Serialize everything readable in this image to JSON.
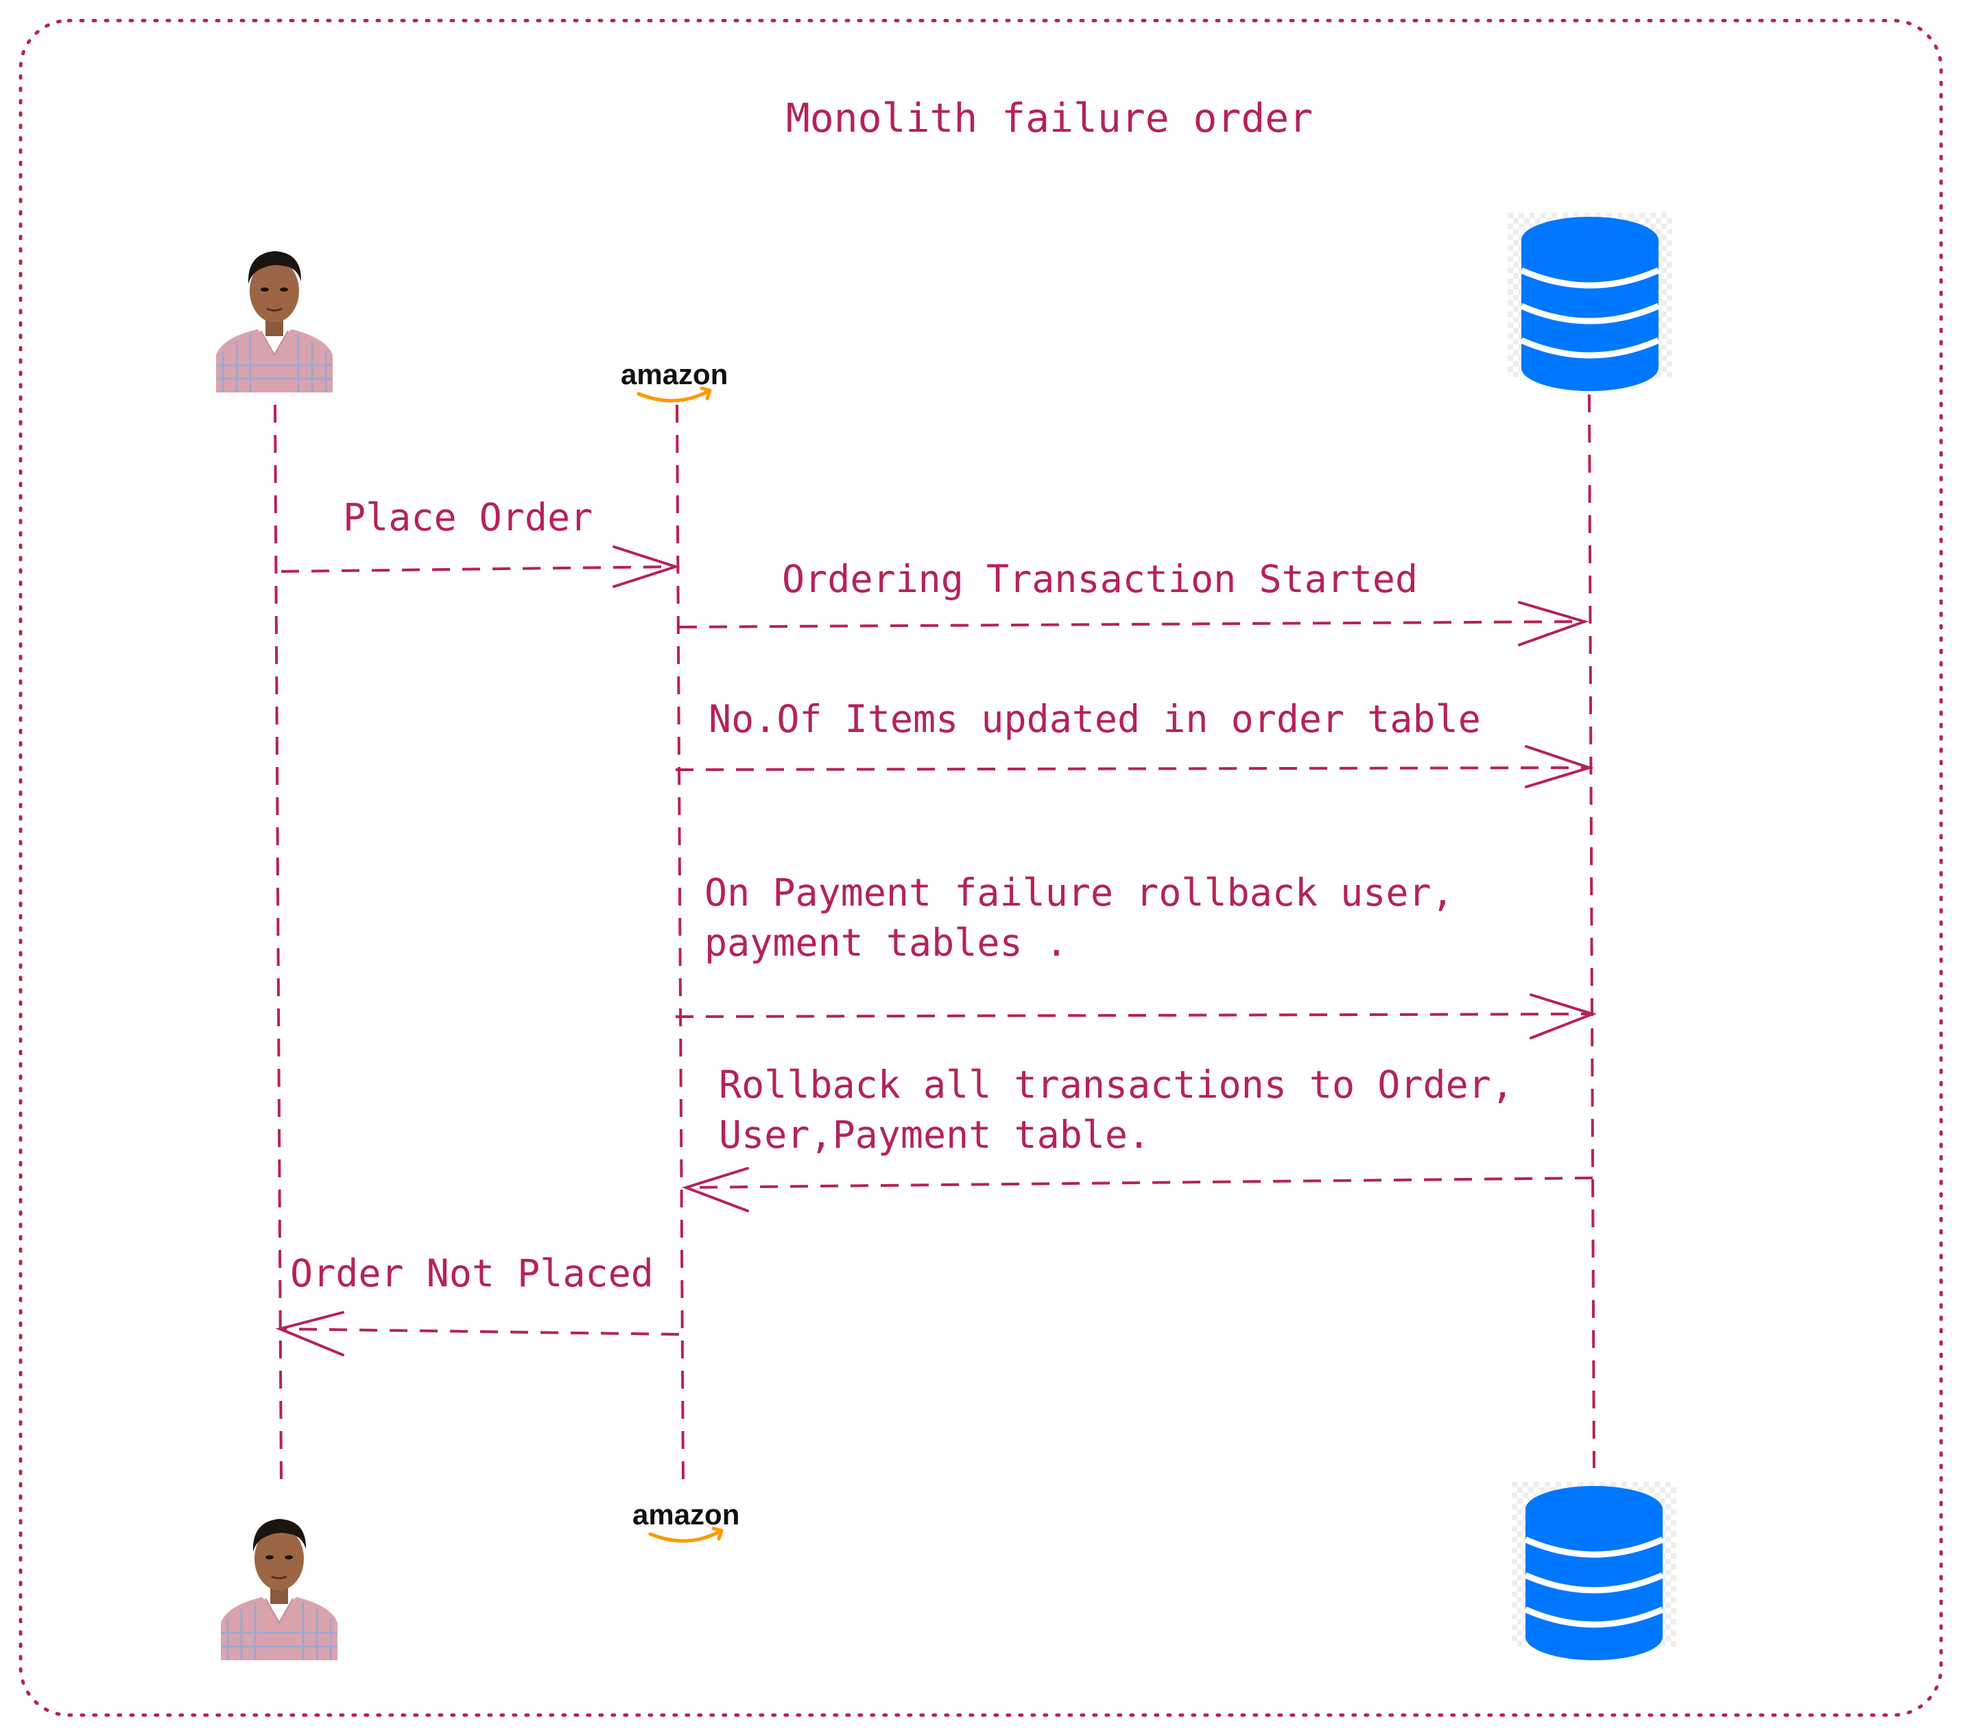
{
  "title": "Monolith failure order",
  "participants": {
    "user": {
      "icon": "user-photo-icon"
    },
    "app": {
      "logo_text": "amazon",
      "icon": "amazon-logo-icon"
    },
    "database": {
      "icon": "database-icon",
      "color": "#0077FF"
    }
  },
  "messages": [
    {
      "label_lines": [
        "Place Order"
      ],
      "from": "user",
      "to": "app"
    },
    {
      "label_lines": [
        "Ordering Transaction Started"
      ],
      "from": "app",
      "to": "database"
    },
    {
      "label_lines": [
        "No.Of Items updated in order table"
      ],
      "from": "app",
      "to": "database"
    },
    {
      "label_lines": [
        "On Payment failure rollback user,",
        "payment tables ."
      ],
      "from": "app",
      "to": "database"
    },
    {
      "label_lines": [
        "Rollback all transactions to Order,",
        "User,Payment table."
      ],
      "from": "database",
      "to": "app"
    },
    {
      "label_lines": [
        "Order Not Placed"
      ],
      "from": "app",
      "to": "user"
    }
  ],
  "colors": {
    "accent": "#B5225A",
    "database": "#0077FF",
    "amazon_smile": "#FF9900",
    "background": "#FFFFFF"
  }
}
